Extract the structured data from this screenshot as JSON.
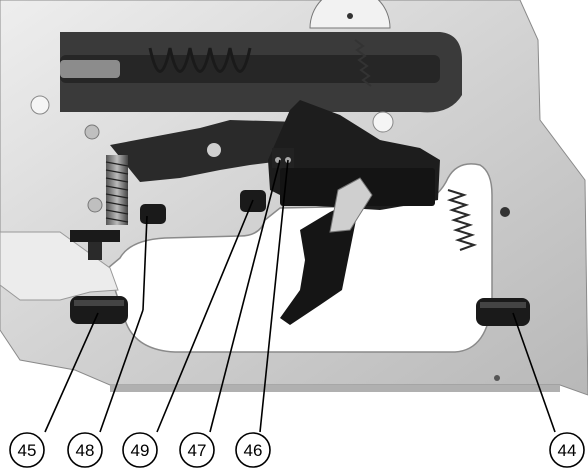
{
  "callouts": [
    {
      "id": "45",
      "label": "45"
    },
    {
      "id": "48",
      "label": "48"
    },
    {
      "id": "49",
      "label": "49"
    },
    {
      "id": "47",
      "label": "47"
    },
    {
      "id": "46",
      "label": "46"
    },
    {
      "id": "44",
      "label": "44"
    }
  ],
  "colors": {
    "frame": "#d8d8d8",
    "frame_shadow": "#9a9a9a",
    "dark_part": "#1e1e1e",
    "background": "#ffffff"
  }
}
